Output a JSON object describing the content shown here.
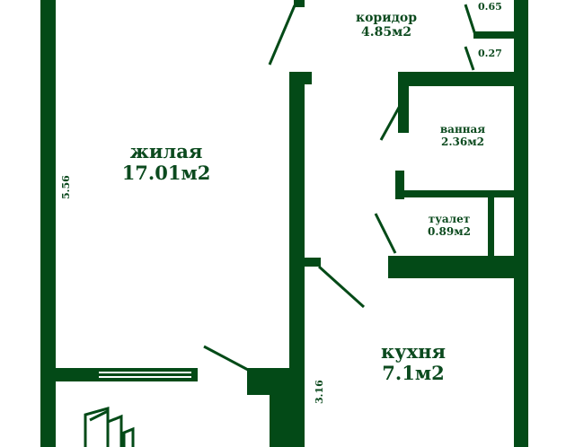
{
  "colors": {
    "wall": "#034a17",
    "text": "#0b4a1e"
  },
  "rooms": {
    "living": {
      "name": "жилая",
      "area": "17.01м2"
    },
    "corridor": {
      "name": "коридор",
      "area": "4.85м2"
    },
    "bath": {
      "name": "ванная",
      "area": "2.36м2"
    },
    "toilet": {
      "name": "туалет",
      "area": "0.89м2"
    },
    "kitchen": {
      "name": "кухня",
      "area": "7.1м2"
    }
  },
  "dimensions": {
    "living_length": "5.56",
    "kitchen_length": "3.16",
    "closet_top": "0.65",
    "closet_bottom": "0.27"
  }
}
